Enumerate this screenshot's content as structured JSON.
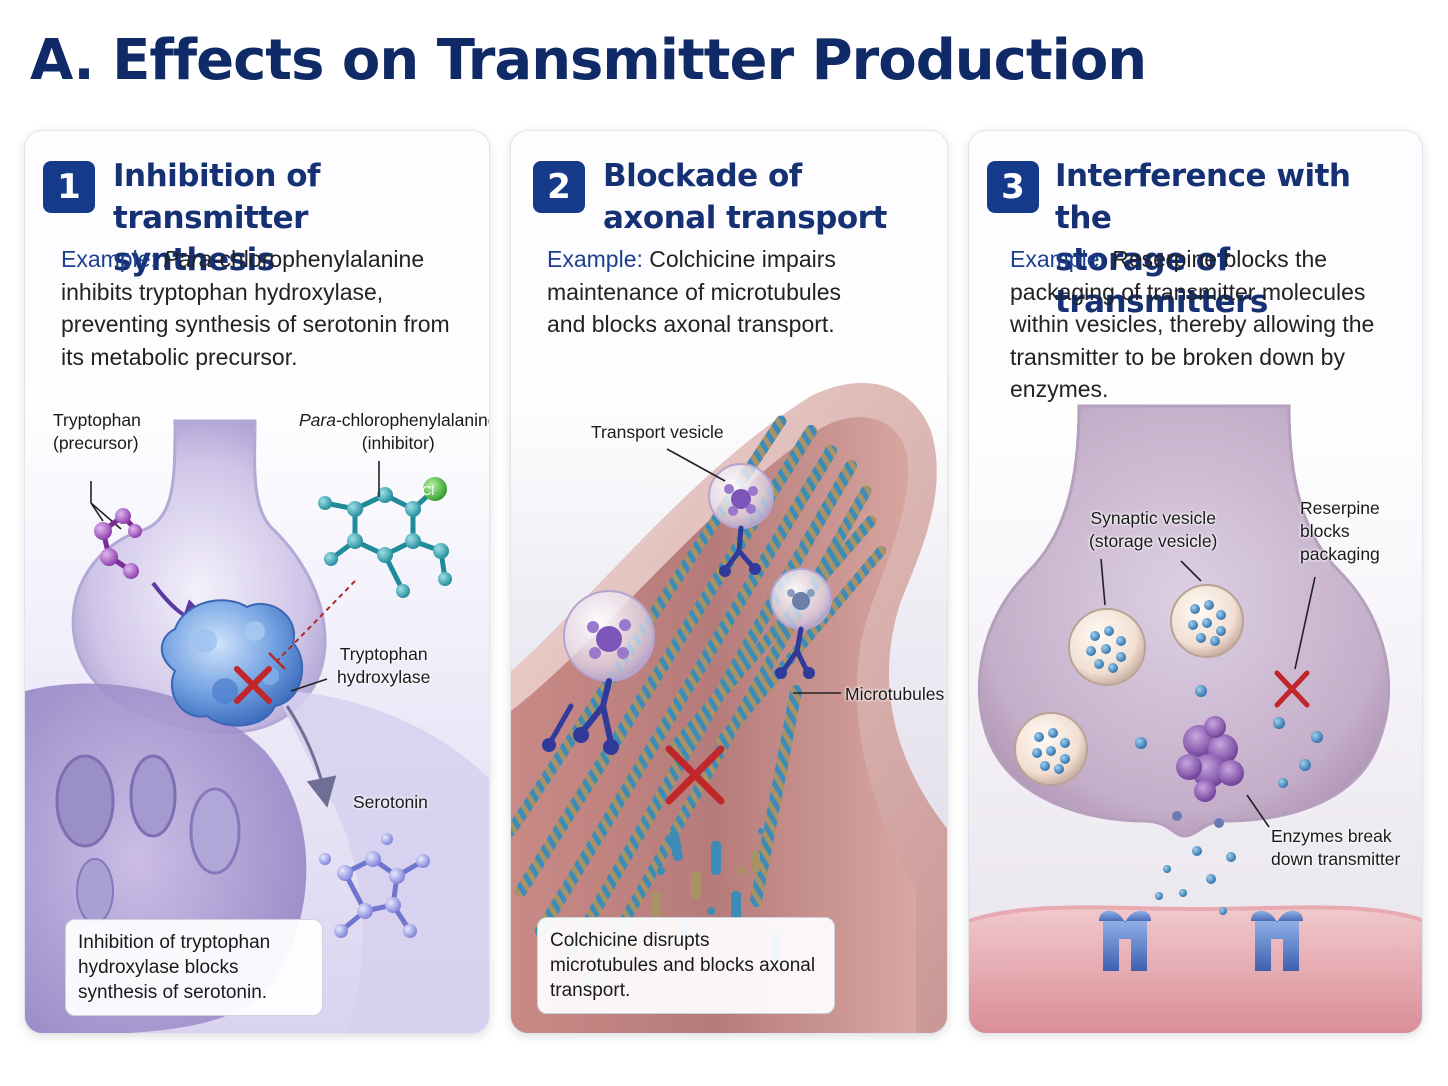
{
  "title": "A. Effects on Transmitter Production",
  "panels": [
    {
      "number": "1",
      "heading_line1": "Inhibition of",
      "heading_line2": "transmitter synthesis",
      "example_label": "Example:",
      "example_italic": "Para",
      "example_text": "-chlorophenylalanine inhibits tryptophan hydroxylase, preventing synthesis of serotonin from its metabolic precursor.",
      "labels": {
        "tryptophan_line1": "Tryptophan",
        "tryptophan_line2": "(precursor)",
        "inhibitor_italic": "Para",
        "inhibitor_line1": "-chlorophenylalanine",
        "inhibitor_line2": "(inhibitor)",
        "enzyme_line1": "Tryptophan",
        "enzyme_line2": "hydroxylase",
        "serotonin": "Serotonin",
        "chlorine": "Cl"
      },
      "caption": "Inhibition of tryptophan hydroxylase blocks synthesis of serotonin."
    },
    {
      "number": "2",
      "heading_line1": "Blockade of",
      "heading_line2": "axonal transport",
      "example_label": "Example:",
      "example_text": "Colchicine impairs maintenance of microtubules and blocks axonal transport.",
      "labels": {
        "transport_vesicle": "Transport vesicle",
        "microtubules": "Microtubules"
      },
      "caption": "Colchicine disrupts microtubules and blocks axonal transport."
    },
    {
      "number": "3",
      "heading_line1": "Interference with the",
      "heading_line2": "storage of transmitters",
      "example_label": "Example:",
      "example_text": "Reserpine blocks the packaging of transmitter molecules within vesicles, thereby allowing the transmitter to be broken down by enzymes.",
      "labels": {
        "vesicle_line1": "Synaptic vesicle",
        "vesicle_line2": "(storage vesicle)",
        "reserpine_line1": "Reserpine",
        "reserpine_line2": "blocks",
        "reserpine_line3": "packaging",
        "enzymes_line1": "Enzymes break",
        "enzymes_line2": "down transmitter"
      }
    }
  ],
  "colors": {
    "title": "#0f2a66",
    "badge": "#163a8a",
    "block_mark": "#c0262a",
    "enzyme": "#5b8fd6",
    "vesicle_dots": "#3a84c4"
  }
}
